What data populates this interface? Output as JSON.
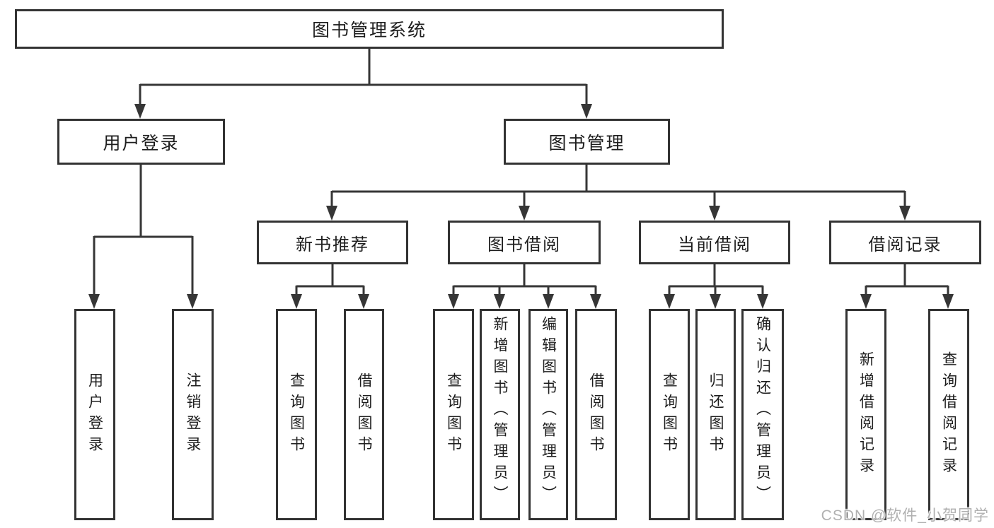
{
  "diagram": {
    "root": "图书管理系统",
    "level2": {
      "user_login": "用户登录",
      "book_management": "图书管理"
    },
    "level3": {
      "new_book_rec": "新书推荐",
      "book_borrow": "图书借阅",
      "current_borrow": "当前借阅",
      "borrow_record": "借阅记录"
    },
    "leaves": {
      "user_login": [
        "用户登录",
        "注销登录"
      ],
      "new_book_rec": [
        "查询图书",
        "借阅图书"
      ],
      "book_borrow": [
        "查询图书",
        "新增图书（管理员）",
        "编辑图书（管理员）",
        "借阅图书"
      ],
      "current_borrow": [
        "查询图书",
        "归还图书",
        "确认归还（管理员）"
      ],
      "borrow_record": [
        "新增借阅记录",
        "查询借阅记录"
      ]
    }
  },
  "watermark": {
    "text": "CSDN @软件_小贺同学"
  },
  "colors": {
    "line": "#363636",
    "box_border": "#333333",
    "text": "#1d1d1d",
    "background": "#ffffff",
    "watermark": "#b0b0b0"
  }
}
